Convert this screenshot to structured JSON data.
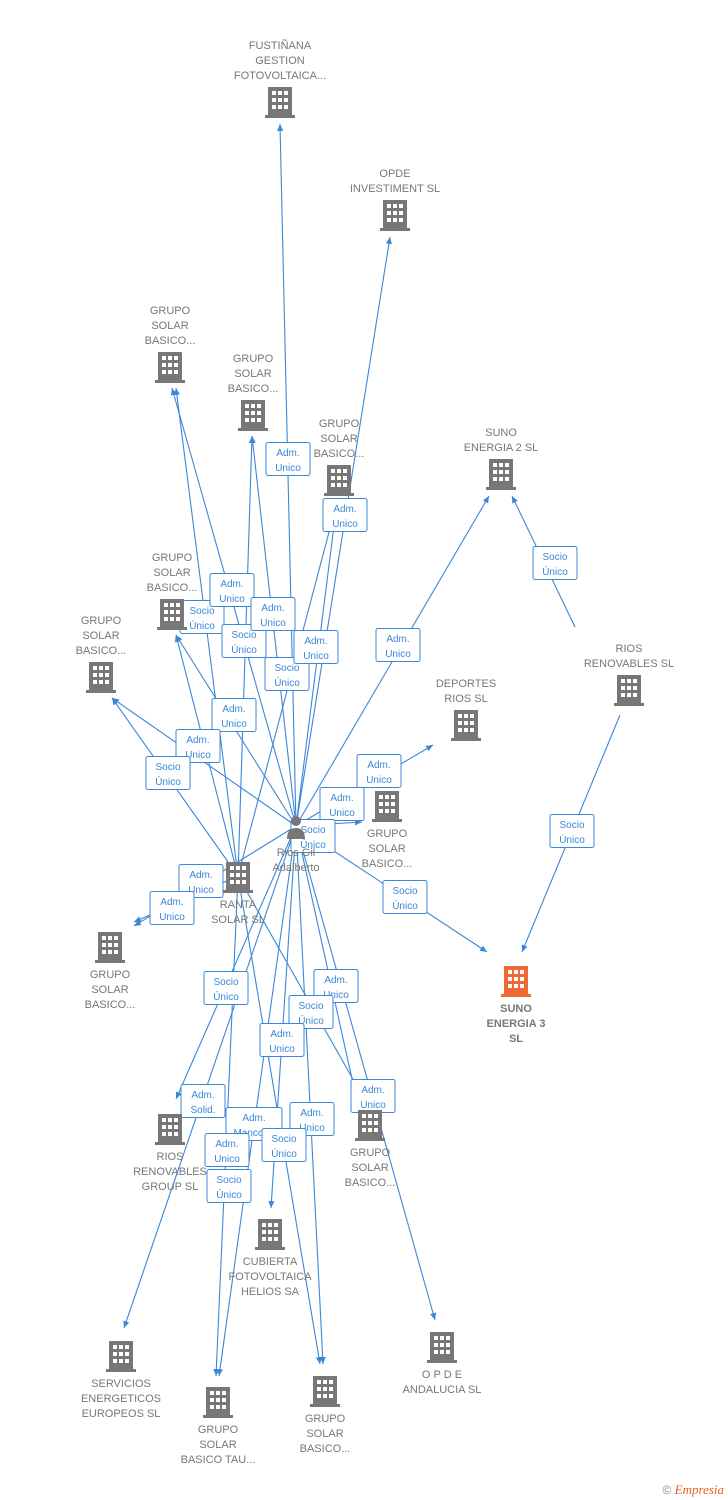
{
  "colors": {
    "edge": "#3a87d8",
    "building": "#777777",
    "focus_building": "#f06a35",
    "label": "#777777"
  },
  "nodes": [
    {
      "id": "fustinana",
      "icon": "building-icon",
      "lines": [
        "FUSTIÑANA",
        "GESTION",
        "FOTOVOLTAICA..."
      ]
    },
    {
      "id": "opde_inv",
      "icon": "building-icon",
      "lines": [
        "OPDE",
        "INVESTIMENT SL"
      ]
    },
    {
      "id": "gsb1",
      "icon": "building-icon",
      "lines": [
        "GRUPO",
        "SOLAR",
        "BASICO..."
      ]
    },
    {
      "id": "gsb2",
      "icon": "building-icon",
      "lines": [
        "GRUPO",
        "SOLAR",
        "BASICO..."
      ]
    },
    {
      "id": "gsb3",
      "icon": "building-icon",
      "lines": [
        "GRUPO",
        "SOLAR",
        "BASICO..."
      ]
    },
    {
      "id": "suno2",
      "icon": "building-icon",
      "lines": [
        "SUNO",
        "ENERGIA 2  SL"
      ]
    },
    {
      "id": "gsb4",
      "icon": "building-icon",
      "lines": [
        "GRUPO",
        "SOLAR",
        "BASICO..."
      ]
    },
    {
      "id": "gsb5",
      "icon": "building-icon",
      "lines": [
        "GRUPO",
        "SOLAR",
        "BASICO..."
      ]
    },
    {
      "id": "rios_ren",
      "icon": "building-icon",
      "lines": [
        "RIOS",
        "RENOVABLES SL"
      ]
    },
    {
      "id": "deportes",
      "icon": "building-icon",
      "lines": [
        "DEPORTES",
        "RIOS  SL"
      ]
    },
    {
      "id": "gsb6",
      "icon": "building-icon",
      "lines": [
        "GRUPO",
        "SOLAR",
        "BASICO..."
      ]
    },
    {
      "id": "person",
      "icon": "person-icon",
      "lines": [
        "Rios Gil",
        "Adalberto"
      ]
    },
    {
      "id": "ranta",
      "icon": "building-icon",
      "lines": [
        "RANTA",
        "SOLAR  SL"
      ]
    },
    {
      "id": "gsb7",
      "icon": "building-icon",
      "lines": [
        "GRUPO",
        "SOLAR",
        "BASICO..."
      ]
    },
    {
      "id": "suno3",
      "icon": "building-icon",
      "focus": true,
      "lines": [
        "SUNO",
        "ENERGIA 3",
        "SL"
      ]
    },
    {
      "id": "rios_group",
      "icon": "building-icon",
      "lines": [
        "RIOS",
        "RENOVABLES",
        "GROUP SL"
      ]
    },
    {
      "id": "gsb8",
      "icon": "building-icon",
      "lines": [
        "GRUPO",
        "SOLAR",
        "BASICO..."
      ]
    },
    {
      "id": "cubierta",
      "icon": "building-icon",
      "lines": [
        "CUBIERTA",
        "FOTOVOLTAICA",
        "HELIOS SA"
      ]
    },
    {
      "id": "servicios",
      "icon": "building-icon",
      "lines": [
        "SERVICIOS",
        "ENERGETICOS",
        "EUROPEOS SL"
      ]
    },
    {
      "id": "gsb_tau",
      "icon": "building-icon",
      "lines": [
        "GRUPO",
        "SOLAR",
        "BASICO TAU..."
      ]
    },
    {
      "id": "gsb9",
      "icon": "building-icon",
      "lines": [
        "GRUPO",
        "SOLAR",
        "BASICO..."
      ]
    },
    {
      "id": "opde_and",
      "icon": "building-icon",
      "lines": [
        "O P D E",
        "ANDALUCIA SL"
      ]
    }
  ],
  "edge_labels": [
    {
      "lines": [
        "Adm.",
        "Unico"
      ]
    },
    {
      "lines": [
        "Adm.",
        "Unico"
      ]
    },
    {
      "lines": [
        "Socio",
        "Único"
      ]
    },
    {
      "lines": [
        "Adm.",
        "Unico"
      ]
    },
    {
      "lines": [
        "Socio",
        "Único"
      ]
    },
    {
      "lines": [
        "Adm.",
        "Unico"
      ]
    },
    {
      "lines": [
        "Socio",
        "Único"
      ]
    },
    {
      "lines": [
        "Adm.",
        "Unico"
      ]
    },
    {
      "lines": [
        "Adm.",
        "Unico"
      ]
    },
    {
      "lines": [
        "Socio",
        "Único"
      ]
    },
    {
      "lines": [
        "Adm.",
        "Unico"
      ]
    },
    {
      "lines": [
        "Adm.",
        "Unico"
      ]
    },
    {
      "lines": [
        "Socio",
        "Único"
      ]
    },
    {
      "lines": [
        "Adm.",
        "Unico"
      ]
    },
    {
      "lines": [
        "Adm.",
        "Unico"
      ]
    },
    {
      "lines": [
        "Socio",
        "Único"
      ]
    },
    {
      "lines": [
        "Socio",
        "Único"
      ]
    },
    {
      "lines": [
        "Adm.",
        "Unico"
      ]
    },
    {
      "lines": [
        "Adm.",
        "Unico"
      ]
    },
    {
      "lines": [
        "Socio",
        "Único"
      ]
    },
    {
      "lines": [
        "Adm.",
        "Unico"
      ]
    },
    {
      "lines": [
        "Socio",
        "Único"
      ]
    },
    {
      "lines": [
        "Adm.",
        "Unico"
      ]
    },
    {
      "lines": [
        "Adm.",
        "Solid."
      ]
    },
    {
      "lines": [
        "Adm.",
        "Mancom."
      ]
    },
    {
      "lines": [
        "Adm.",
        "Unico"
      ]
    },
    {
      "lines": [
        "Adm.",
        "Unico"
      ]
    },
    {
      "lines": [
        "Adm.",
        "Unico"
      ]
    },
    {
      "lines": [
        "Socio",
        "Único"
      ]
    },
    {
      "lines": [
        "Socio",
        "Único"
      ]
    },
    {
      "lines": [
        "Socio",
        "Único"
      ]
    }
  ],
  "footer": {
    "copyright": "©",
    "brand": "Empresia"
  }
}
